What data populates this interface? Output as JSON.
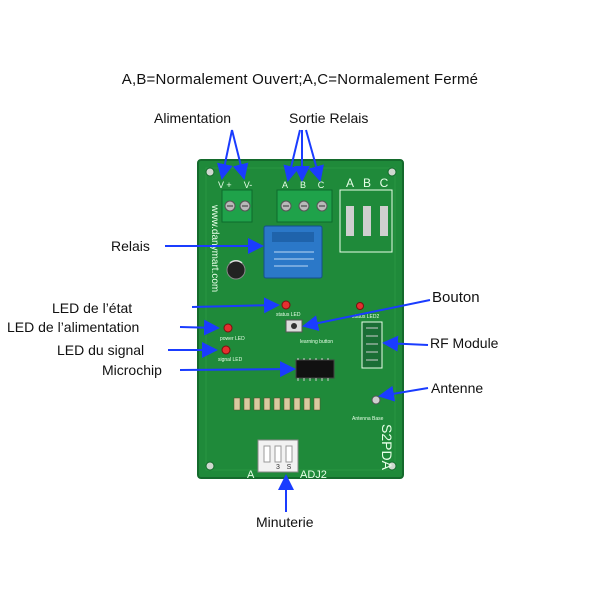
{
  "header": {
    "title": "A,B=Normalement Ouvert;A,C=Normalement Fermé"
  },
  "labels": {
    "alimentation": "Alimentation",
    "sortie_relais": "Sortie Relais",
    "relais": "Relais",
    "led_etat": "LED  de l’état",
    "led_alimentation": "LED de l’alimentation",
    "led_signal": "LED du signal",
    "microchip": "Microchip",
    "bouton": "Bouton",
    "rf_module": "RF Module",
    "antenne": "Antenne",
    "minuterie": "Minuterie"
  },
  "board": {
    "model": "S2PDA",
    "adj": "ADJ2",
    "adj_prefix": "A",
    "website": "www.danymart.com",
    "terminal_power_plus": "+",
    "terminal_power_minus": "V-",
    "terminal_power_v": "V",
    "terminal_a": "A",
    "terminal_b": "B",
    "terminal_c": "C",
    "silk_a": "A",
    "silk_b": "B",
    "silk_c": "C",
    "silk_status_led": "status LED",
    "silk_status_led2": "status LED2",
    "silk_power_led": "power LED",
    "silk_signal_led": "signal LED",
    "silk_learning_button": "learning button",
    "silk_antenna_base": "Antenna Base",
    "dip_label": "S",
    "dip_num": "3",
    "colors": {
      "pcb": "#1f8a3a",
      "pcb_dark": "#167030",
      "terminal": "#1fa24a",
      "relay": "#2b78c8",
      "arrow": "#1a3cff"
    }
  }
}
